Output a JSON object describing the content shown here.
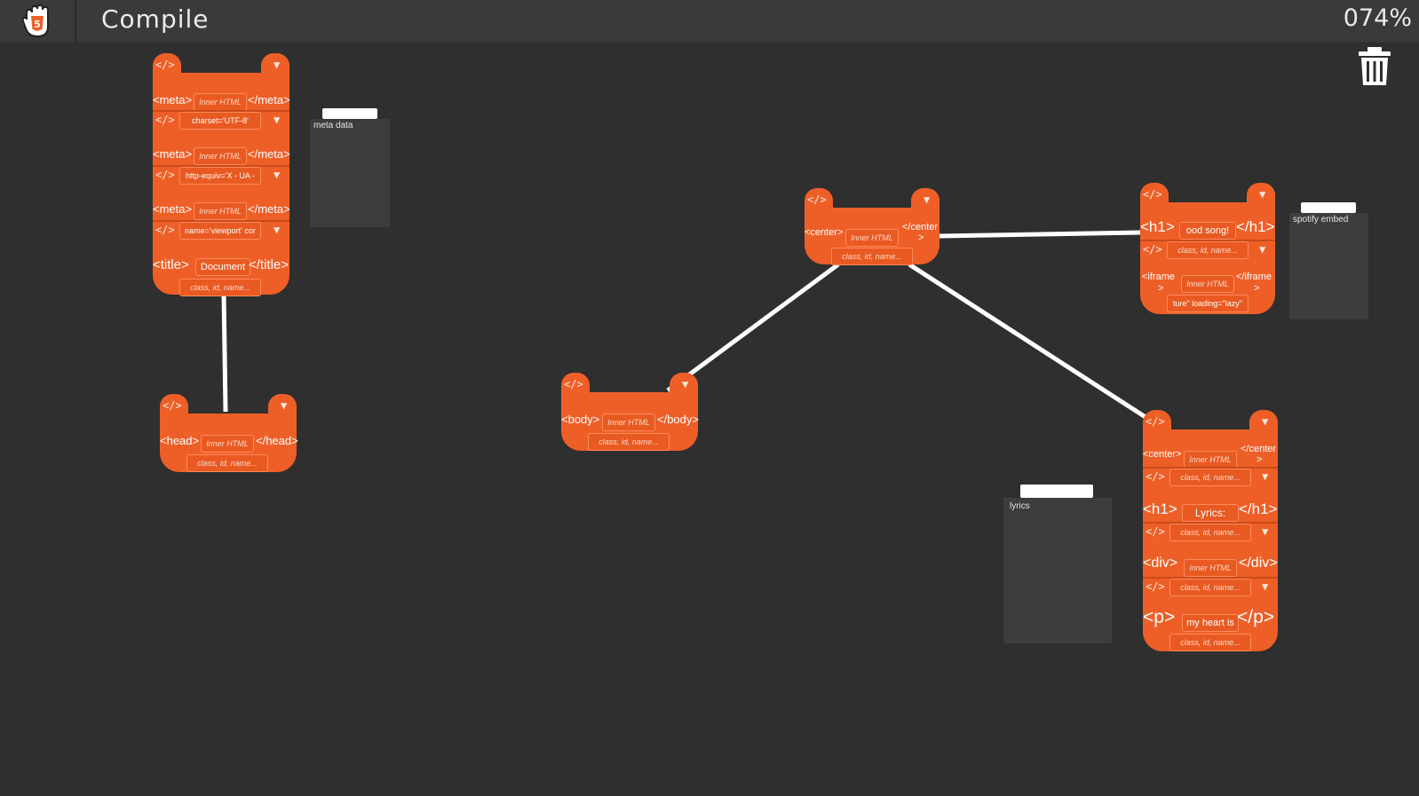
{
  "toolbar": {
    "compile_label": "Compile",
    "zoom": "074%"
  },
  "notes": {
    "meta": "meta data",
    "spotify": "spotify embed",
    "lyrics": "lyrics"
  },
  "head_stack": {
    "meta1": {
      "open": "<meta>",
      "close": "</meta>",
      "inner": "Inner HTML",
      "attr": "charset='UTF-8'"
    },
    "meta2": {
      "open": "<meta>",
      "close": "</meta>",
      "inner": "Inner HTML",
      "attr": "http-equiv='X - UA -"
    },
    "meta3": {
      "open": "<meta>",
      "close": "</meta>",
      "inner": "Inner HTML",
      "attr": "name='viewport' cor"
    },
    "title": {
      "open": "<title>",
      "close": "</title>",
      "inner": "Document",
      "attr": "class, id, name..."
    }
  },
  "head": {
    "open": "<head>",
    "close": "</head>",
    "inner": "Inner HTML",
    "attr": "class, id, name..."
  },
  "body": {
    "open": "<body>",
    "close": "</body>",
    "inner": "Inner HTML",
    "attr": "class, id, name..."
  },
  "center_top": {
    "open": "<center>",
    "close": "</center",
    "close2": ">",
    "inner": "Inner HTML",
    "attr": "class, id, name..."
  },
  "song_stack": {
    "h1": {
      "open": "<h1>",
      "close": "</h1>",
      "inner": "ood song!",
      "attr": "class, id, name..."
    },
    "iframe": {
      "open": "<iframe",
      "open2": ">",
      "close": "</iframe",
      "close2": ">",
      "inner": "Inner HTML",
      "attr": "ture\" loading=\"lazy\""
    }
  },
  "lyrics_stack": {
    "center": {
      "open": "<center>",
      "close": "</center",
      "close2": ">",
      "inner": "Inner HTML",
      "attr": "class, id, name..."
    },
    "h1": {
      "open": "<h1>",
      "close": "</h1>",
      "inner": "Lyrics:",
      "attr": "class, id, name..."
    },
    "div": {
      "open": "<div>",
      "close": "</div>",
      "inner": "Inner HTML",
      "attr": "class, id, name..."
    },
    "p": {
      "open": "<p>",
      "close": "</p>",
      "inner": "my heart is",
      "attr": "class, id, name..."
    }
  },
  "icons": {
    "logo": "hand-html5-icon",
    "trash": "trash-icon",
    "block_left": "code-brackets-icon",
    "block_right": "html5-badge-icon"
  },
  "colors": {
    "block": "#ee5f28",
    "background": "#2f2f2f",
    "topbar": "#3a3a3a",
    "wire": "#ffffff"
  }
}
